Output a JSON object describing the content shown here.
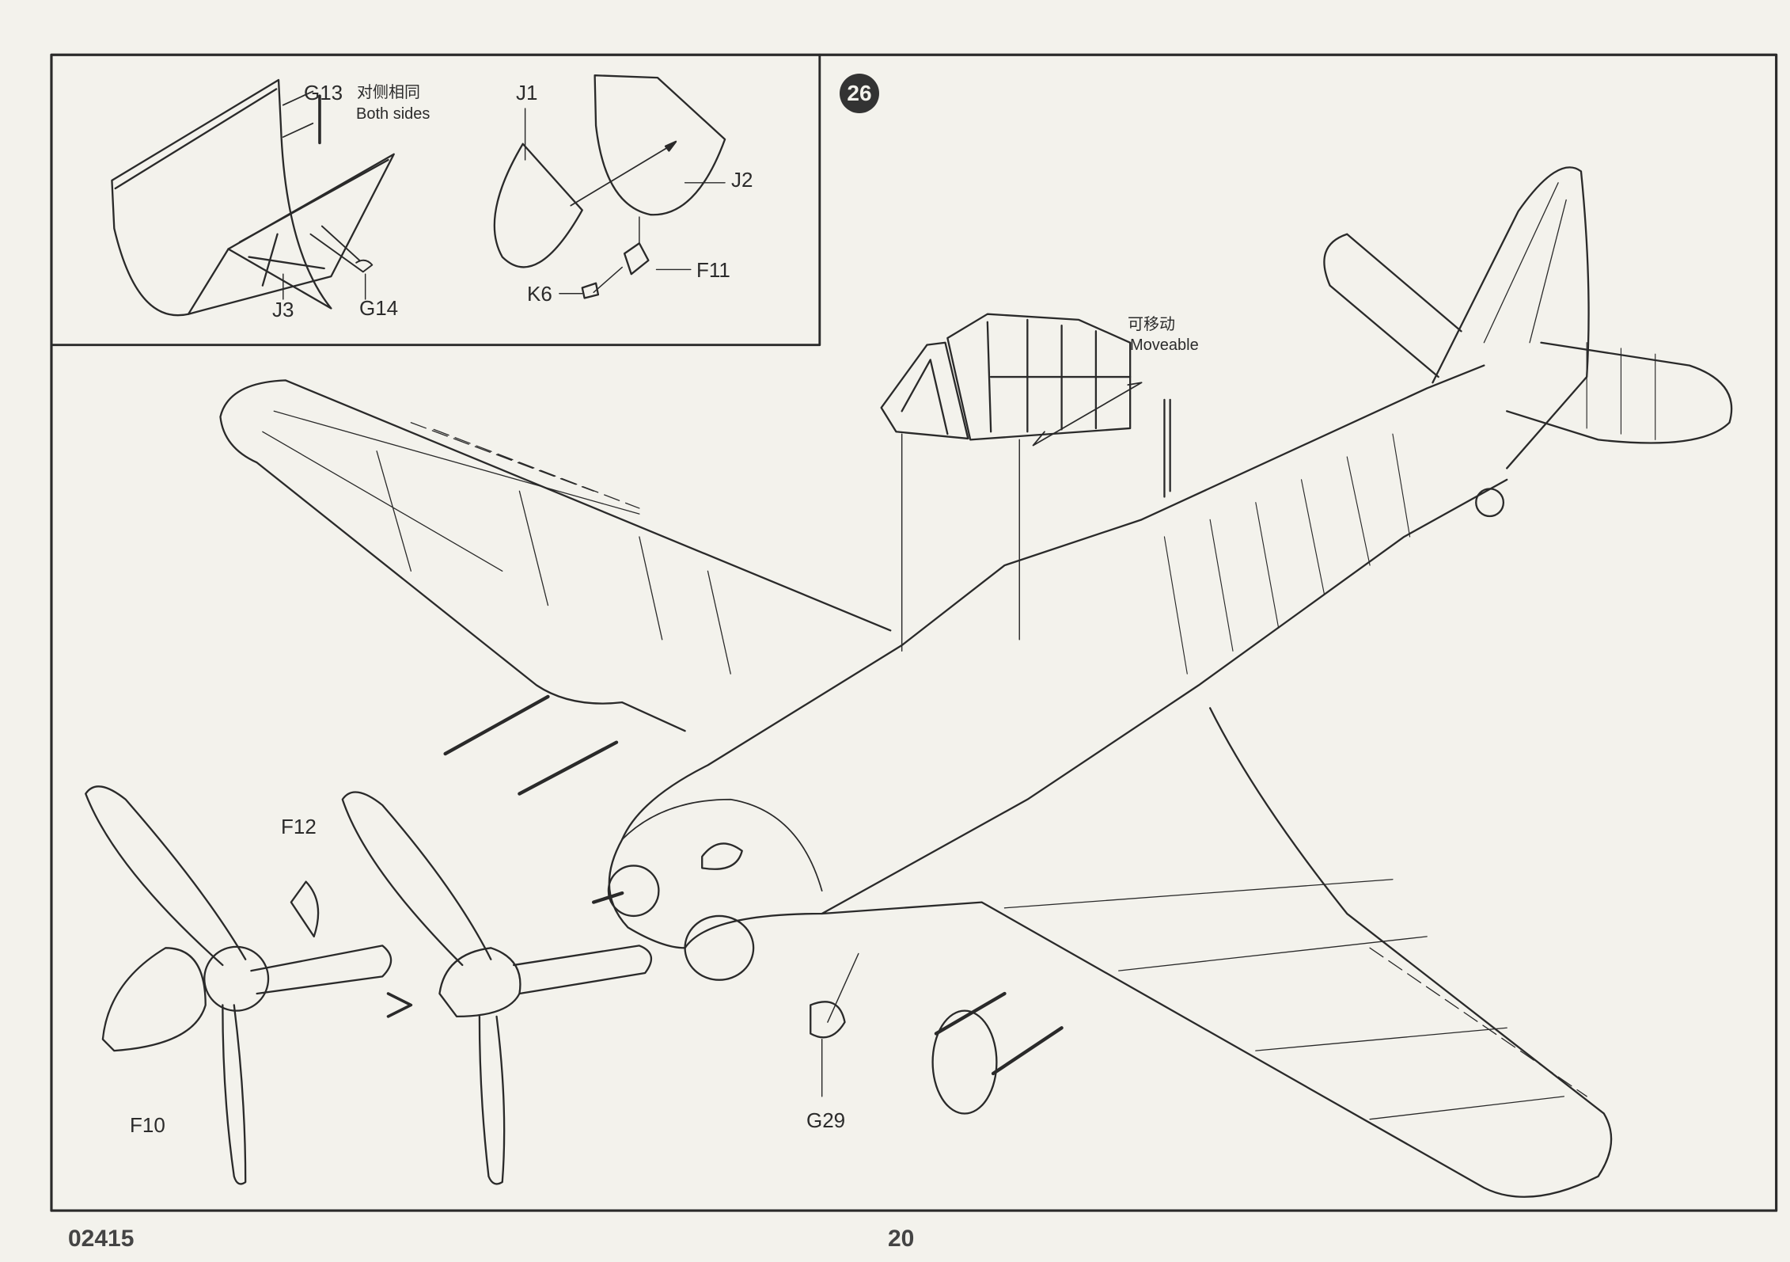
{
  "step": {
    "number": "26"
  },
  "inset": {
    "labels": {
      "g13": "G13",
      "both_sides_cn": "对侧相同",
      "both_sides_en": "Both sides",
      "j1": "J1",
      "j2": "J2",
      "f11": "F11",
      "k6": "K6",
      "j3": "J3",
      "g14": "G14"
    }
  },
  "main": {
    "moveable_cn": "可移动",
    "moveable_en": "Moveable",
    "labels": {
      "f12": "F12",
      "f10": "F10",
      "g29": "G29"
    }
  },
  "footer": {
    "kit_number": "02415",
    "page_number": "20"
  }
}
